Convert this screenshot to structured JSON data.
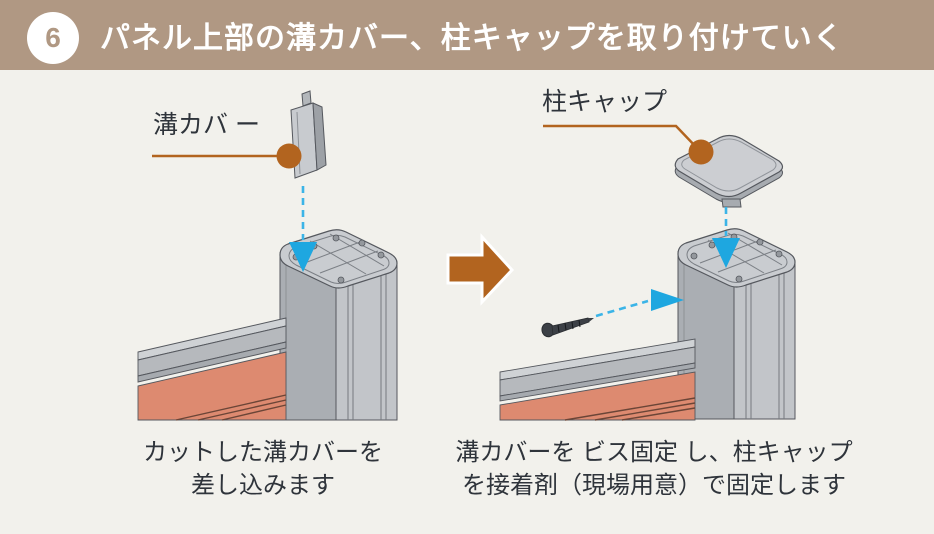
{
  "header": {
    "step": "6",
    "title": "パネル上部の溝カバー、柱キャップを取り付けていく"
  },
  "left_figure": {
    "label": "溝カバ ー",
    "caption": [
      "カットした溝カバーを",
      "差し込みます"
    ]
  },
  "right_figure": {
    "label": "柱キャップ",
    "caption": [
      "溝カバーを ビス固定 し、柱キャップ",
      "を接着剤（現場用意）で固定します"
    ]
  },
  "colors": {
    "header_bg": "#b09883",
    "accent_brown": "#b2641f",
    "arrow_blue": "#1ea7e0",
    "dash_cyan": "#3bb4e7",
    "panel_salmon": "#dd8a70",
    "bg": "#f2f1ec",
    "text_dark": "#2f343b"
  }
}
